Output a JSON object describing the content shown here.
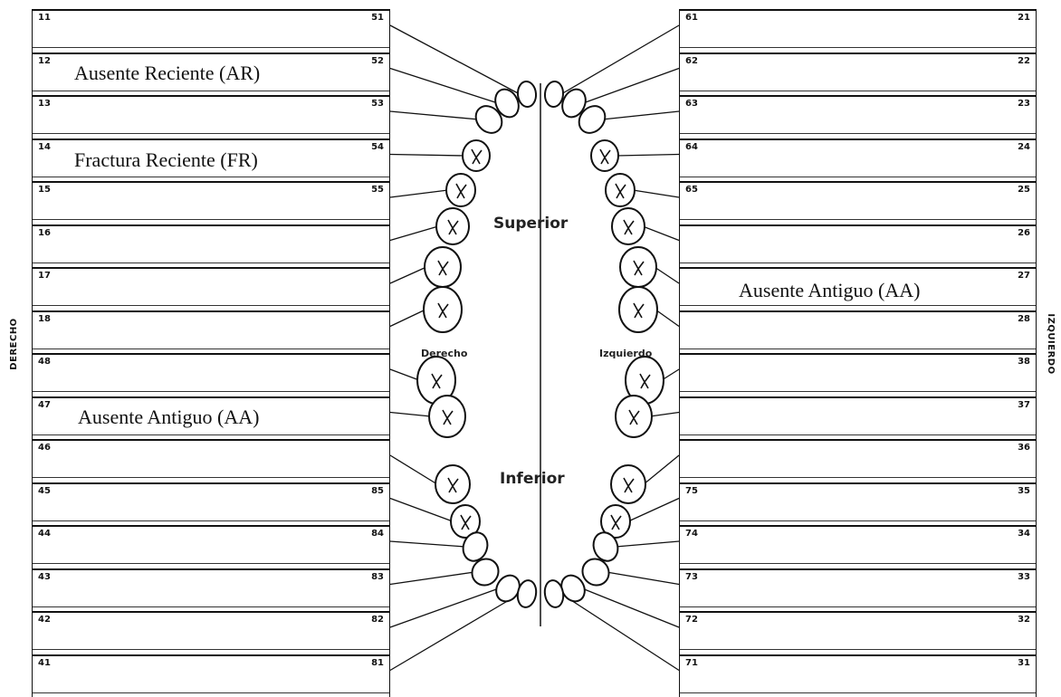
{
  "side_labels": {
    "left": "DERECHO",
    "right": "IZQUIERDO"
  },
  "left_rows": [
    {
      "permanent": "11",
      "deciduous": "51"
    },
    {
      "permanent": "12",
      "deciduous": "52"
    },
    {
      "permanent": "13",
      "deciduous": "53"
    },
    {
      "permanent": "14",
      "deciduous": "54"
    },
    {
      "permanent": "15",
      "deciduous": "55"
    },
    {
      "permanent": "16",
      "deciduous": ""
    },
    {
      "permanent": "17",
      "deciduous": ""
    },
    {
      "permanent": "18",
      "deciduous": ""
    },
    {
      "permanent": "48",
      "deciduous": ""
    },
    {
      "permanent": "47",
      "deciduous": ""
    },
    {
      "permanent": "46",
      "deciduous": ""
    },
    {
      "permanent": "45",
      "deciduous": "85"
    },
    {
      "permanent": "44",
      "deciduous": "84"
    },
    {
      "permanent": "43",
      "deciduous": "83"
    },
    {
      "permanent": "42",
      "deciduous": "82"
    },
    {
      "permanent": "41",
      "deciduous": "81"
    }
  ],
  "right_rows": [
    {
      "deciduous": "61",
      "permanent": "21"
    },
    {
      "deciduous": "62",
      "permanent": "22"
    },
    {
      "deciduous": "63",
      "permanent": "23"
    },
    {
      "deciduous": "64",
      "permanent": "24"
    },
    {
      "deciduous": "65",
      "permanent": "25"
    },
    {
      "deciduous": "",
      "permanent": "26"
    },
    {
      "deciduous": "",
      "permanent": "27"
    },
    {
      "deciduous": "",
      "permanent": "28"
    },
    {
      "deciduous": "",
      "permanent": "38"
    },
    {
      "deciduous": "",
      "permanent": "37"
    },
    {
      "deciduous": "",
      "permanent": "36"
    },
    {
      "deciduous": "75",
      "permanent": "35"
    },
    {
      "deciduous": "74",
      "permanent": "34"
    },
    {
      "deciduous": "73",
      "permanent": "33"
    },
    {
      "deciduous": "72",
      "permanent": "32"
    },
    {
      "deciduous": "71",
      "permanent": "31"
    }
  ],
  "annotations": {
    "tooth_12": "Ausente Reciente (AR)",
    "tooth_14": "Fractura Reciente (FR)",
    "tooth_27": "Ausente Antiguo (AA)",
    "tooth_47": "Ausente Antiguo (AA)"
  },
  "arch_labels": {
    "upper": "Superior",
    "lower": "Inferior",
    "right_side": "Derecho",
    "left_side": "Izquierdo"
  },
  "colors": {
    "ink": "#111111",
    "paper": "#ffffff"
  }
}
